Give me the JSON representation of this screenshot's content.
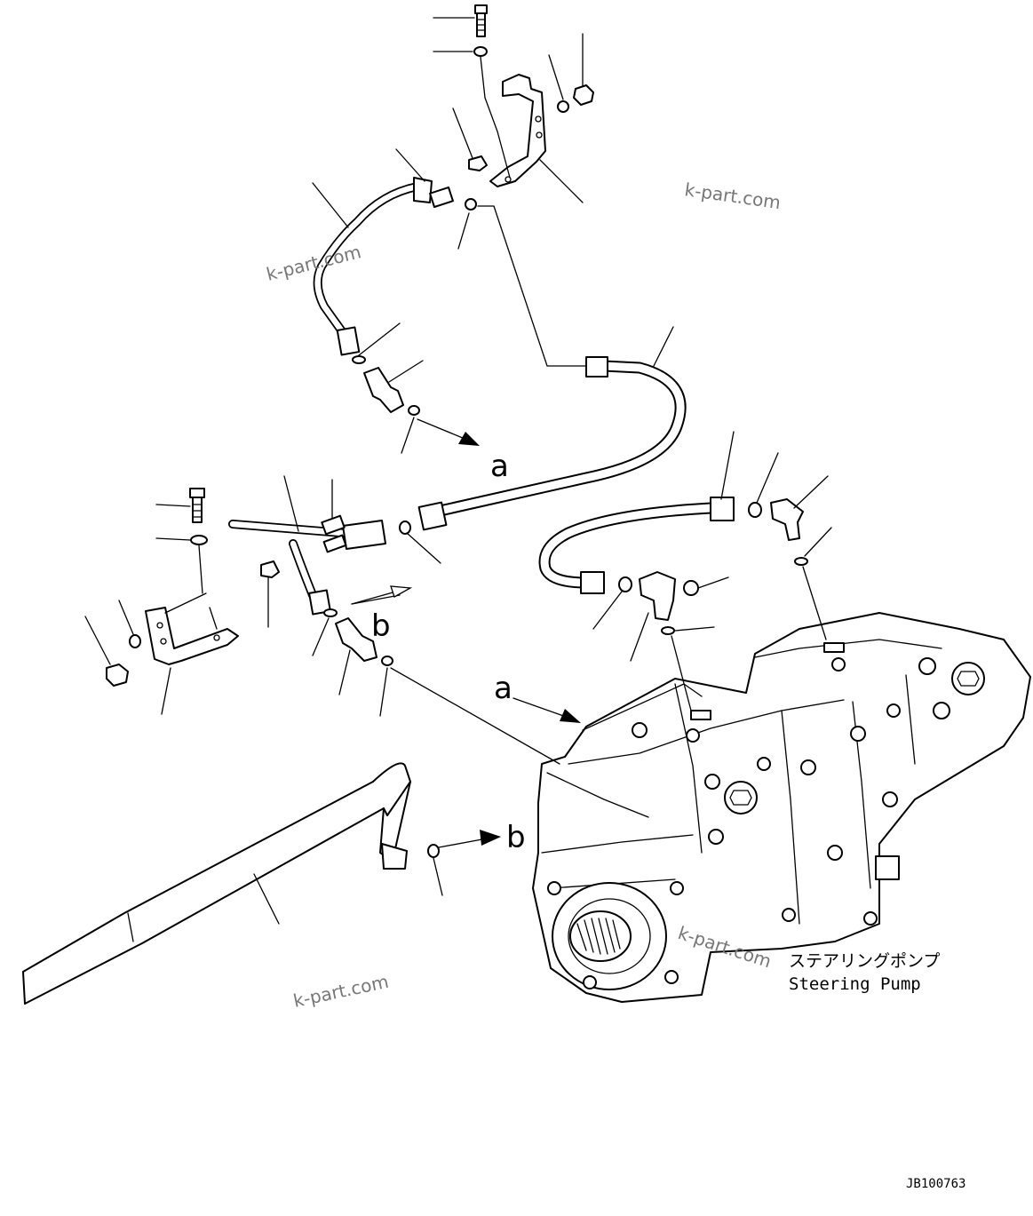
{
  "references": {
    "a_upper": "a",
    "b_left": "b",
    "a_pump": "a",
    "b_pump": "b"
  },
  "pump_label": {
    "japanese": "ステアリングポンプ",
    "english": "Steering Pump"
  },
  "watermarks": [
    "k-part.com",
    "k-part.com",
    "k-part.com",
    "k-part.com"
  ],
  "drawing_code": "JB100763"
}
